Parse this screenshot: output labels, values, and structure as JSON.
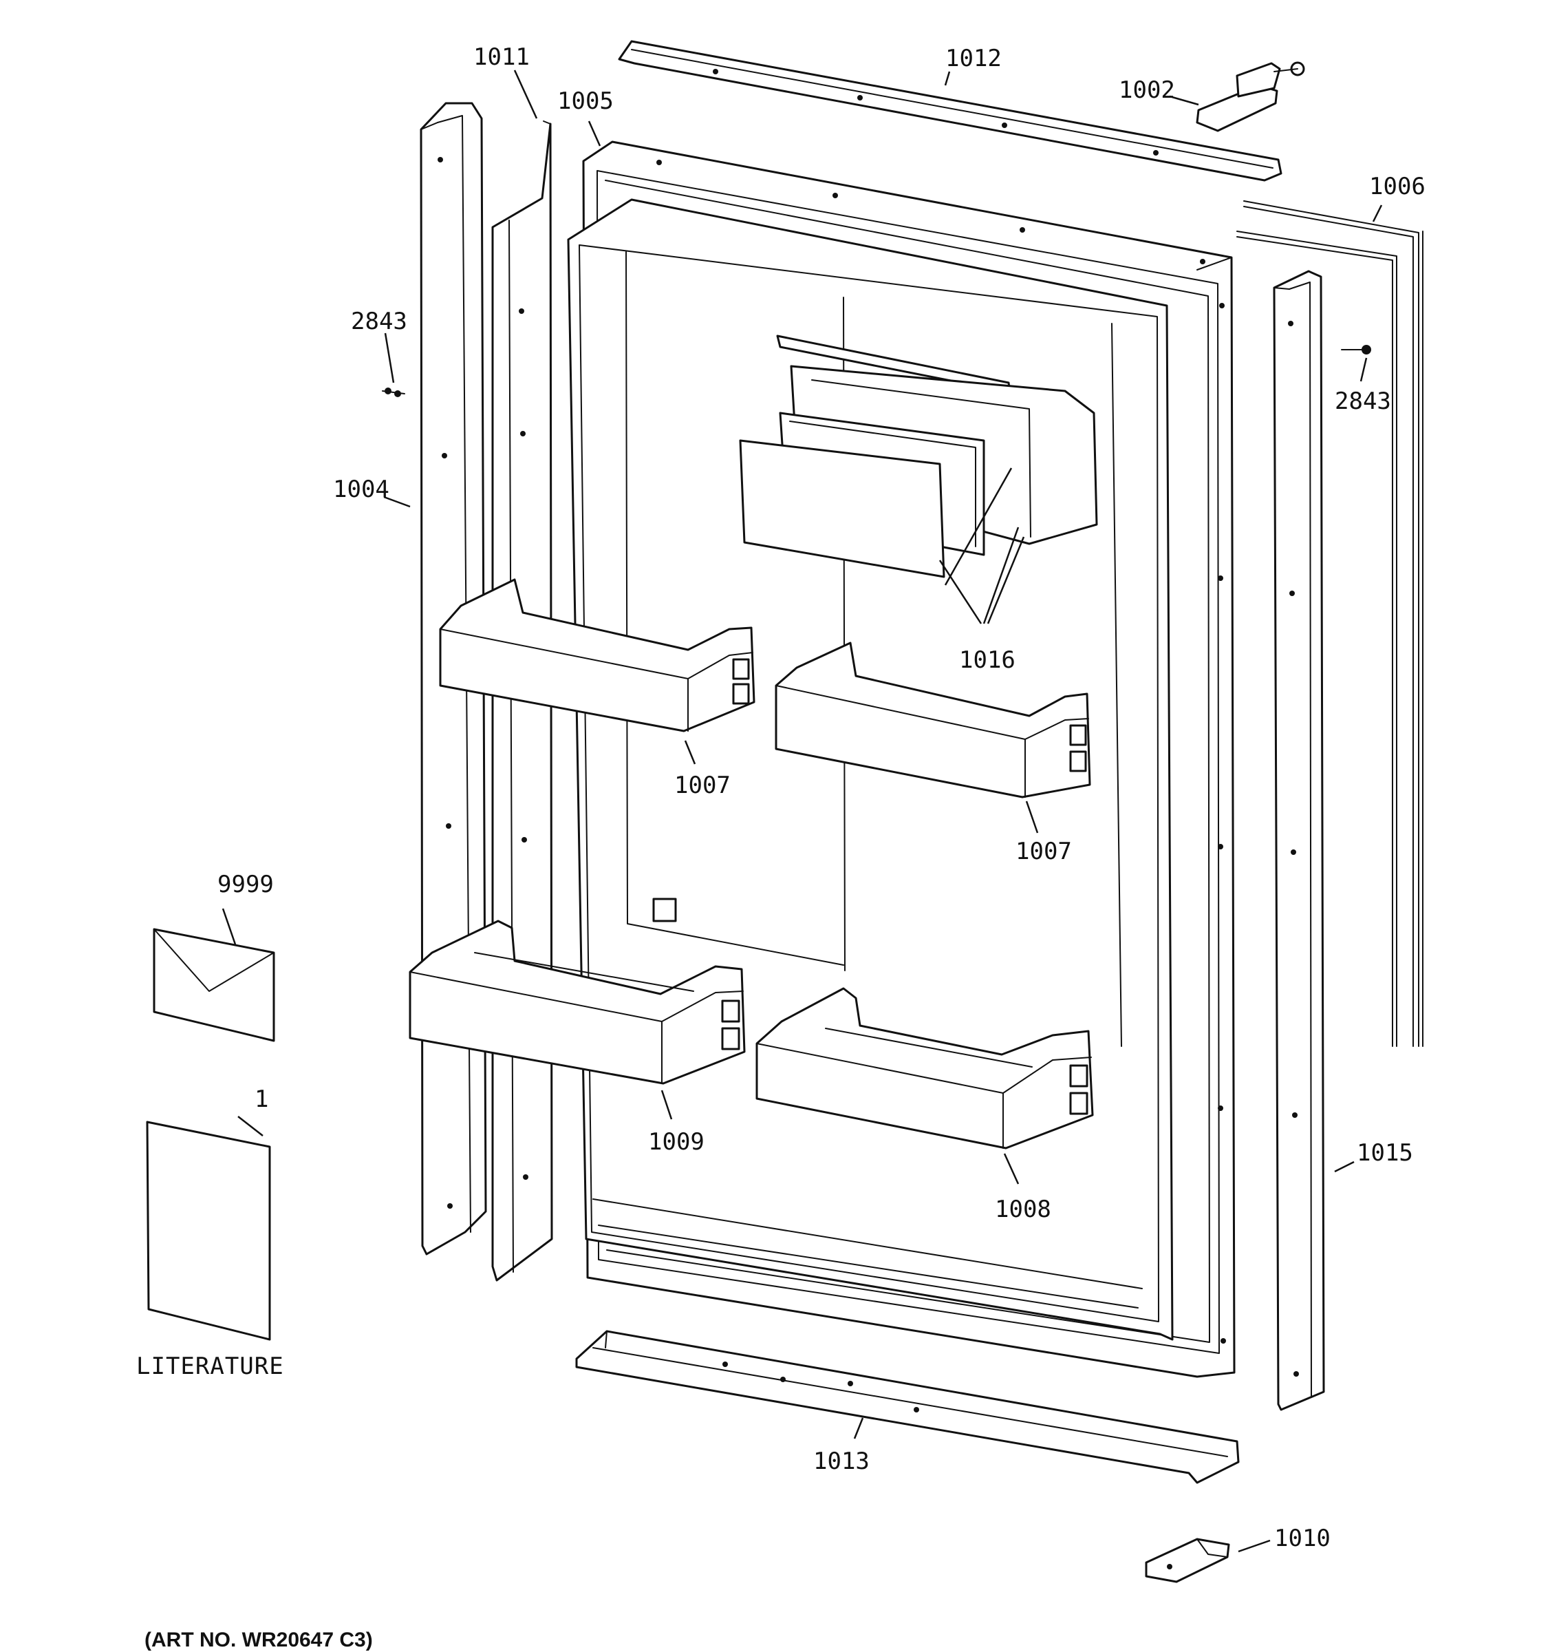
{
  "callouts": {
    "c1011": "1011",
    "c1012": "1012",
    "c1005": "1005",
    "c1002": "1002",
    "c1006": "1006",
    "c2843_left": "2843",
    "c2843_right": "2843",
    "c1004": "1004",
    "c1016": "1016",
    "c1007_left": "1007",
    "c1007_right": "1007",
    "c9999": "9999",
    "c1": "1",
    "c1009": "1009",
    "c1008": "1008",
    "c1015": "1015",
    "c1013": "1013",
    "c1010": "1010"
  },
  "literature_label": "LITERATURE",
  "art_number": "(ART NO. WR20647 C3)"
}
